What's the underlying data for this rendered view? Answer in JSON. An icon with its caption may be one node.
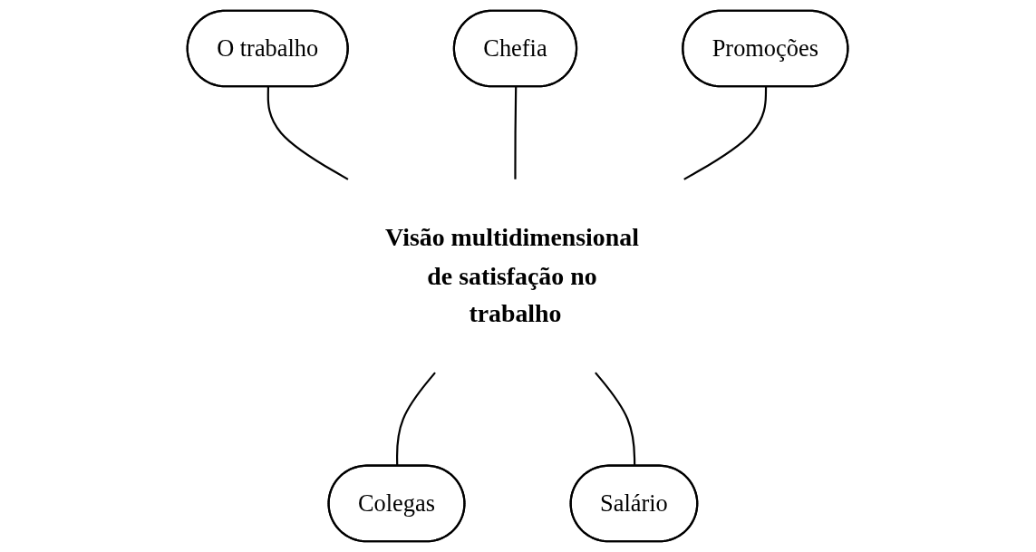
{
  "diagram": {
    "nodes": [
      {
        "text": [
          "O trabalho"
        ]
      },
      {
        "text": [
          "Chefia"
        ]
      },
      {
        "text": [
          "Promoções"
        ]
      },
      {
        "text": [
          "Visão multidimensional de satisfação no trabalho"
        ]
      },
      {
        "text": [
          "Colegas"
        ]
      },
      {
        "text": [
          "Salário"
        ]
      }
    ],
    "edges": [
      {
        "from": 0,
        "to": 3,
        "arrow": "none"
      },
      {
        "from": 1,
        "to": 3,
        "arrow": "none"
      },
      {
        "from": 2,
        "to": 3,
        "arrow": "none"
      },
      {
        "from": 3,
        "to": 4,
        "arrow": "none"
      },
      {
        "from": 3,
        "to": 5,
        "arrow": "none"
      }
    ]
  }
}
